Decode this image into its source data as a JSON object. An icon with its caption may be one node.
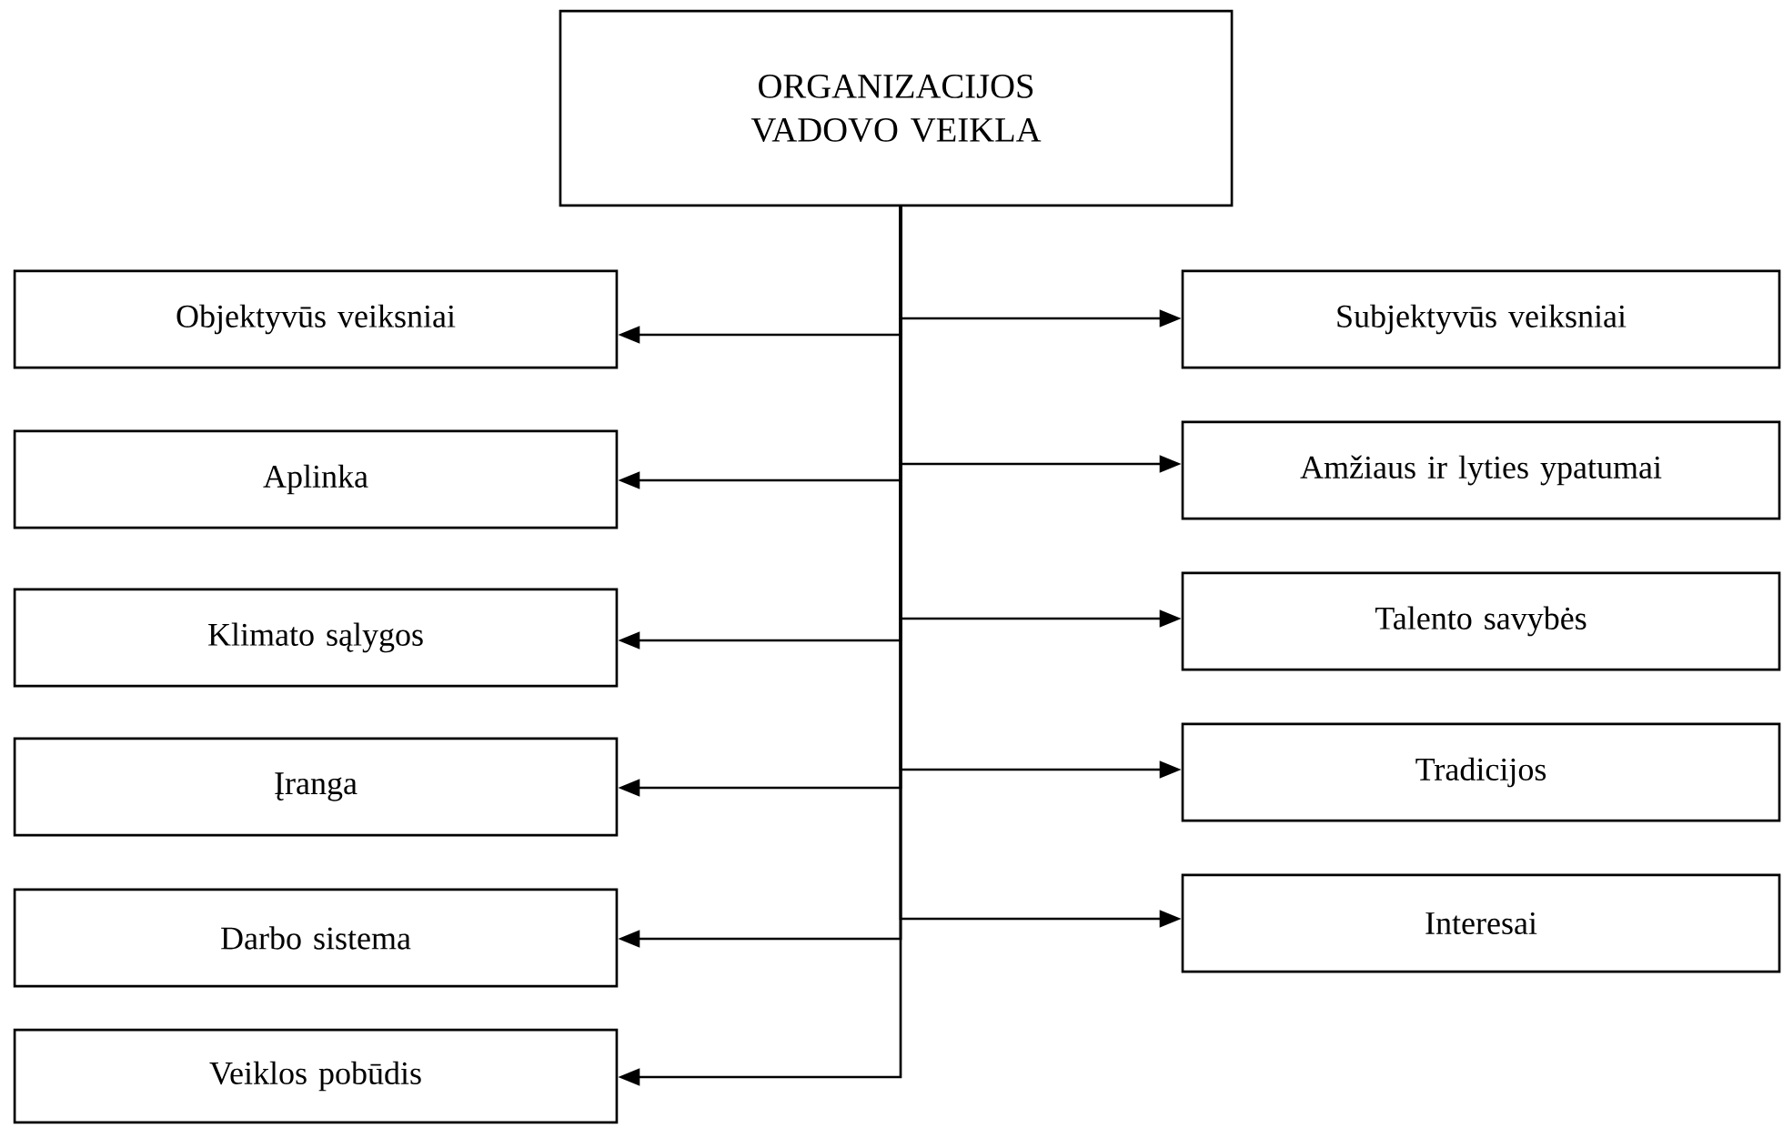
{
  "diagram": {
    "nodes": [
      {
        "text": [
          "ORGANIZACIJOS VADOVO VEIKLA"
        ]
      },
      {
        "text": [
          "Objektyvūs veiksniai"
        ]
      },
      {
        "text": [
          "Subjektyvūs veiksniai"
        ]
      },
      {
        "text": [
          "Aplinka"
        ]
      },
      {
        "text": [
          "Amžiaus ir lyties ypatumai"
        ]
      },
      {
        "text": [
          "Klimato sąlygos"
        ]
      },
      {
        "text": [
          "Talento savybės"
        ]
      },
      {
        "text": [
          "Įranga"
        ]
      },
      {
        "text": [
          "Tradicijos"
        ]
      },
      {
        "text": [
          "Darbo sistema"
        ]
      },
      {
        "text": [
          "Interesai"
        ]
      },
      {
        "text": [
          "Veiklos pobūdis"
        ]
      }
    ],
    "edges": [
      {
        "from": 0,
        "to": 1,
        "arrow": "to"
      },
      {
        "from": 0,
        "to": 2,
        "arrow": "to"
      },
      {
        "from": 0,
        "to": 3,
        "arrow": "to"
      },
      {
        "from": 0,
        "to": 4,
        "arrow": "to"
      },
      {
        "from": 0,
        "to": 5,
        "arrow": "to"
      },
      {
        "from": 0,
        "to": 6,
        "arrow": "to"
      },
      {
        "from": 0,
        "to": 7,
        "arrow": "to"
      },
      {
        "from": 0,
        "to": 8,
        "arrow": "to"
      },
      {
        "from": 0,
        "to": 9,
        "arrow": "to"
      },
      {
        "from": 0,
        "to": 10,
        "arrow": "to"
      },
      {
        "from": 0,
        "to": 11,
        "arrow": "to"
      }
    ]
  }
}
